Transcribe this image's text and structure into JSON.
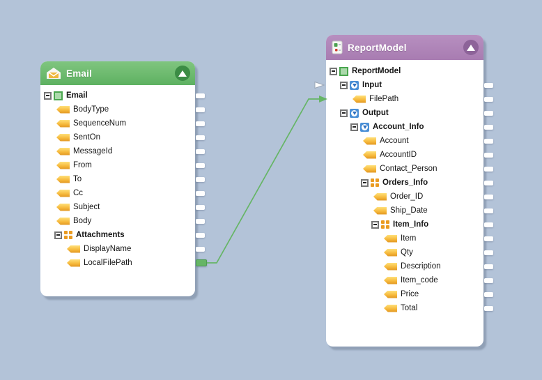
{
  "canvas": {
    "background_color": "#b3c3d8"
  },
  "email_component": {
    "title": "Email",
    "header_icon": "email-envelope-icon",
    "collapse_icon": "collapse-triangle-icon",
    "colors": {
      "header_top": "#80c57f",
      "header_bottom": "#5eb161",
      "collapse_button": "#3c8c45"
    },
    "nodes": [
      {
        "label": "Email",
        "icon": "root-icon",
        "level": 0,
        "expander": true,
        "bold": true,
        "stub": "white"
      },
      {
        "label": "BodyType",
        "icon": "field-icon",
        "level": 1,
        "expander": false,
        "bold": false,
        "stub": "white"
      },
      {
        "label": "SequenceNum",
        "icon": "field-icon",
        "level": 1,
        "expander": false,
        "bold": false,
        "stub": "white"
      },
      {
        "label": "SentOn",
        "icon": "field-icon",
        "level": 1,
        "expander": false,
        "bold": false,
        "stub": "white"
      },
      {
        "label": "MessageId",
        "icon": "field-icon",
        "level": 1,
        "expander": false,
        "bold": false,
        "stub": "white"
      },
      {
        "label": "From",
        "icon": "field-icon",
        "level": 1,
        "expander": false,
        "bold": false,
        "stub": "white"
      },
      {
        "label": "To",
        "icon": "field-icon",
        "level": 1,
        "expander": false,
        "bold": false,
        "stub": "white"
      },
      {
        "label": "Cc",
        "icon": "field-icon",
        "level": 1,
        "expander": false,
        "bold": false,
        "stub": "white"
      },
      {
        "label": "Subject",
        "icon": "field-icon",
        "level": 1,
        "expander": false,
        "bold": false,
        "stub": "white"
      },
      {
        "label": "Body",
        "icon": "field-icon",
        "level": 1,
        "expander": false,
        "bold": false,
        "stub": "white"
      },
      {
        "label": "Attachments",
        "icon": "group-icon",
        "level": 1,
        "expander": true,
        "bold": true,
        "stub": "white"
      },
      {
        "label": "DisplayName",
        "icon": "field-icon",
        "level": 2,
        "expander": false,
        "bold": false,
        "stub": "white"
      },
      {
        "label": "LocalFilePath",
        "icon": "field-icon",
        "level": 2,
        "expander": false,
        "bold": false,
        "stub": "green"
      }
    ]
  },
  "report_component": {
    "title": "ReportModel",
    "header_icon": "report-file-icon",
    "collapse_icon": "collapse-triangle-icon",
    "colors": {
      "header_top": "#b78fc0",
      "header_bottom": "#a87cb1",
      "collapse_button": "#8d6399"
    },
    "nodes": [
      {
        "label": "ReportModel",
        "icon": "root-icon",
        "level": 0,
        "expander": true,
        "bold": true,
        "stub": null
      },
      {
        "label": "Input",
        "icon": "element-icon",
        "level": 1,
        "expander": true,
        "bold": true,
        "stub": "white"
      },
      {
        "label": "FilePath",
        "icon": "field-icon",
        "level": 2,
        "expander": false,
        "bold": false,
        "stub": "white"
      },
      {
        "label": "Output",
        "icon": "element-icon",
        "level": 1,
        "expander": true,
        "bold": true,
        "stub": "white"
      },
      {
        "label": "Account_Info",
        "icon": "element-icon",
        "level": 2,
        "expander": true,
        "bold": true,
        "stub": "white"
      },
      {
        "label": "Account",
        "icon": "field-icon",
        "level": 3,
        "expander": false,
        "bold": false,
        "stub": "white"
      },
      {
        "label": "AccountID",
        "icon": "field-icon",
        "level": 3,
        "expander": false,
        "bold": false,
        "stub": "white"
      },
      {
        "label": "Contact_Person",
        "icon": "field-icon",
        "level": 3,
        "expander": false,
        "bold": false,
        "stub": "white"
      },
      {
        "label": "Orders_Info",
        "icon": "group-icon",
        "level": 3,
        "expander": true,
        "bold": true,
        "stub": "white"
      },
      {
        "label": "Order_ID",
        "icon": "field-icon",
        "level": 4,
        "expander": false,
        "bold": false,
        "stub": "white"
      },
      {
        "label": "Ship_Date",
        "icon": "field-icon",
        "level": 4,
        "expander": false,
        "bold": false,
        "stub": "white"
      },
      {
        "label": "Item_Info",
        "icon": "group-icon",
        "level": 4,
        "expander": true,
        "bold": true,
        "stub": "white"
      },
      {
        "label": "Item",
        "icon": "field-icon",
        "level": 5,
        "expander": false,
        "bold": false,
        "stub": "white"
      },
      {
        "label": "Qty",
        "icon": "field-icon",
        "level": 5,
        "expander": false,
        "bold": false,
        "stub": "white"
      },
      {
        "label": "Description",
        "icon": "field-icon",
        "level": 5,
        "expander": false,
        "bold": false,
        "stub": "white"
      },
      {
        "label": "Item_code",
        "icon": "field-icon",
        "level": 5,
        "expander": false,
        "bold": false,
        "stub": "white"
      },
      {
        "label": "Price",
        "icon": "field-icon",
        "level": 5,
        "expander": false,
        "bold": false,
        "stub": "white"
      },
      {
        "label": "Total",
        "icon": "field-icon",
        "level": 5,
        "expander": false,
        "bold": false,
        "stub": "white"
      }
    ]
  },
  "connection": {
    "from": "LocalFilePath",
    "to": "FilePath",
    "line_color": "#66b566",
    "stub_border_color": "#4f9d54",
    "unconnected_input_arrow_color": "#ffffff"
  }
}
